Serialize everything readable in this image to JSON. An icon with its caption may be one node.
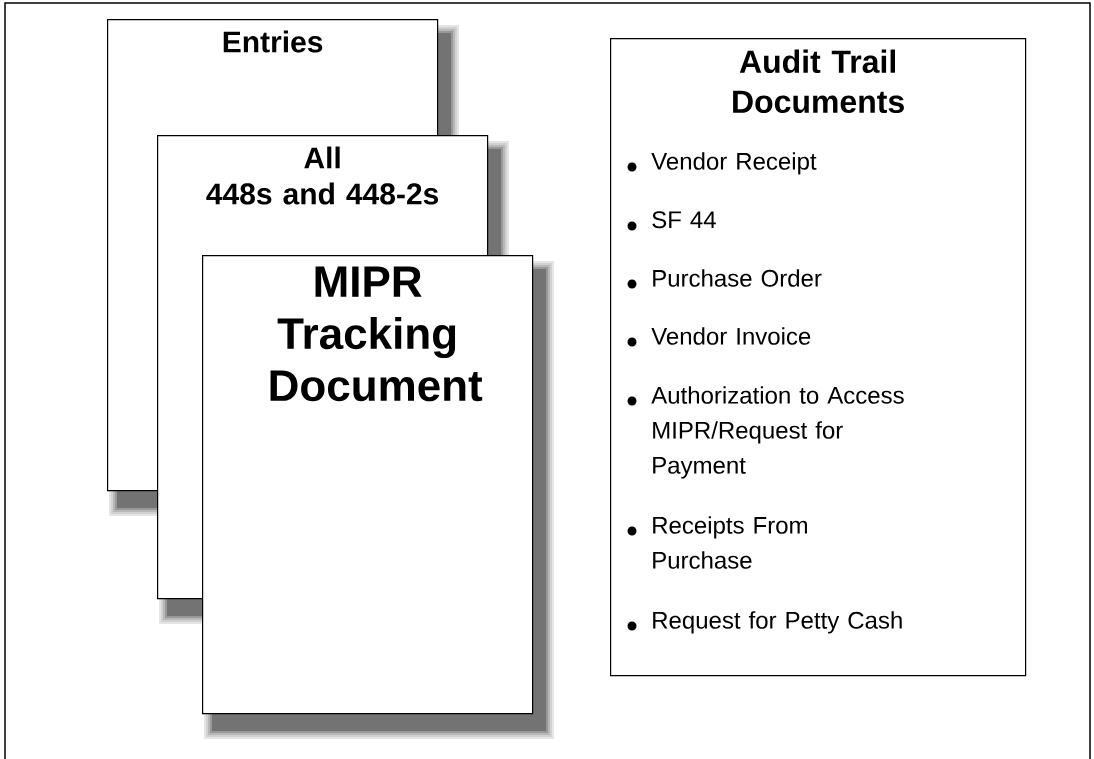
{
  "diagram": {
    "nodes": [
      {
        "text": [
          "Entries"
        ]
      },
      {
        "text": [
          "All",
          "448s and 448-2s"
        ]
      },
      {
        "text": [
          "MIPR Tracking Document"
        ]
      },
      {
        "text": [
          "Audit Trail Documents",
          "Vendor Receipt",
          "SF 44",
          "Purchase Order",
          "Vendor Invoice",
          "Authorization to Access MIPR/Request for Payment",
          "Receipts From Purchase",
          "Request for Petty Cash"
        ]
      }
    ]
  }
}
